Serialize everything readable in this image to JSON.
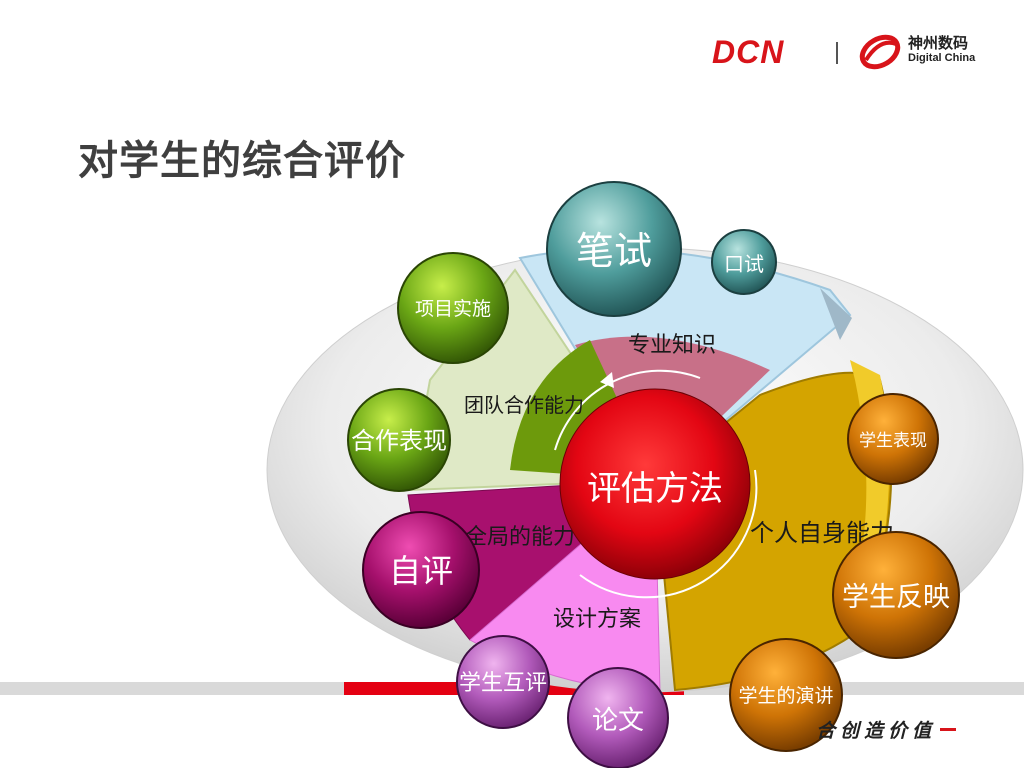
{
  "header": {
    "brand": "DCN",
    "company_cn": "神州数码",
    "company_en": "Digital China"
  },
  "title": "对学生的综合评价",
  "center": {
    "label": "评估方法"
  },
  "segments": [
    {
      "label": "专业知识"
    },
    {
      "label": "团队合作能力"
    },
    {
      "label": "全局的能力"
    },
    {
      "label": "设计方案"
    },
    {
      "label": "个人自身能力"
    }
  ],
  "bubbles": [
    {
      "label": "笔试"
    },
    {
      "label": "口试"
    },
    {
      "label": "项目实施"
    },
    {
      "label": "合作表现"
    },
    {
      "label": "自评"
    },
    {
      "label": "学生互评"
    },
    {
      "label": "论文"
    },
    {
      "label": "学生表现"
    },
    {
      "label": "学生反映"
    },
    {
      "label": "学生的演讲"
    }
  ],
  "footer": {
    "slogan": "合创造价值"
  },
  "colors": {
    "brand_red": "#d8141a",
    "center_red": "#e30613",
    "teal": "#3f8a8b",
    "green": "#5a9a12",
    "magenta": "#a0146e",
    "violet": "#b055b8",
    "orange": "#c86d06"
  }
}
